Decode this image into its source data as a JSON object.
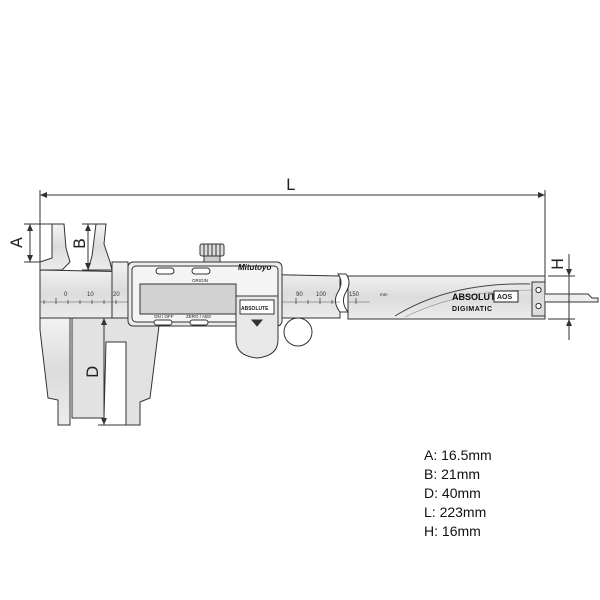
{
  "dimension_labels": {
    "A": "A",
    "B": "B",
    "D": "D",
    "L": "L",
    "H": "H"
  },
  "scale_numbers": [
    "0",
    "10",
    "20",
    "90",
    "100",
    "150"
  ],
  "brand": "Mitutoyo",
  "display_labels": {
    "origin": "ORIGIN",
    "on_off": "ON / OFF",
    "zero_abs": "ZERO / ABS",
    "unit": "mm"
  },
  "absolute_logo": "ABSOLUTE",
  "aos_badge": "AOS",
  "digimatic": "DIGIMATIC",
  "specs": [
    {
      "key": "A",
      "value": "16.5mm"
    },
    {
      "key": "B",
      "value": "21mm"
    },
    {
      "key": "D",
      "value": "40mm"
    },
    {
      "key": "L",
      "value": "223mm"
    },
    {
      "key": "H",
      "value": "16mm"
    }
  ],
  "colors": {
    "outline": "#333333",
    "body_fill": "#e6e6e6",
    "display_fill": "#d0d0d0",
    "background": "#ffffff"
  }
}
